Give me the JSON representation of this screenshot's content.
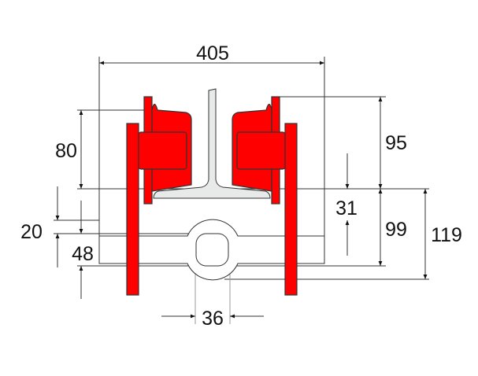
{
  "dimensions": {
    "overall_width": "405",
    "wheel_height": "80",
    "flange_to_rail_top": "95",
    "rail_to_bar_gap": "31",
    "boss_offset": "20",
    "rail_to_bottom": "99",
    "total_below_rail": "119",
    "bar_height": "48",
    "hole_width": "36"
  },
  "colors": {
    "trolley": "#ff0000",
    "beam": "#e8eaea",
    "lines": "#333333"
  }
}
